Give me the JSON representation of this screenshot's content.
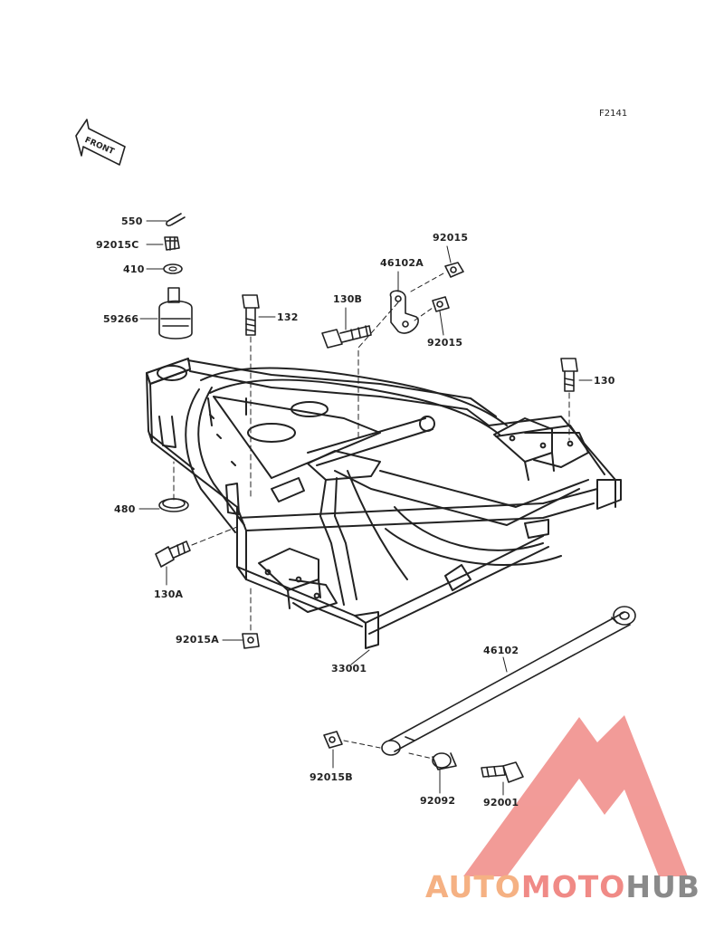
{
  "figure_code": "F2141",
  "front_arrow_text": "FRONT",
  "parts": {
    "p550": "550",
    "p92015C": "92015C",
    "p410": "410",
    "p59266": "59266",
    "p132": "132",
    "p130B": "130B",
    "p46102A": "46102A",
    "p92015_top": "92015",
    "p92015_mid": "92015",
    "p130": "130",
    "p480": "480",
    "p130A": "130A",
    "p92015A": "92015A",
    "p33001": "33001",
    "p46102": "46102",
    "p92015B": "92015B",
    "p92092": "92092",
    "p92001": "92001"
  },
  "watermark": {
    "part1": "AUTO",
    "part2": "MOTO",
    "part3": "HUB",
    "color_orange": "#f5b183",
    "color_red": "#f08a86",
    "color_gray": "#8a8a8a"
  }
}
